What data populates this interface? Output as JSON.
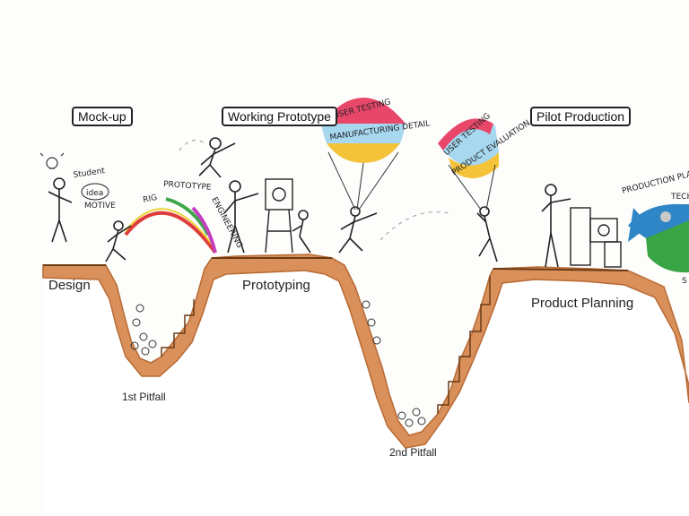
{
  "stage_boxes": {
    "mockup": "Mock-up",
    "working_prototype": "Working Prototype",
    "pilot_production": "Pilot Production"
  },
  "phases": {
    "design": "Design",
    "prototyping": "Prototyping",
    "product_planning": "Product Planning"
  },
  "pitfalls": {
    "first": "1st Pitfall",
    "second": "2nd Pitfall"
  },
  "handwritten": {
    "student": "Student",
    "idea": "idea",
    "motive": "MOTIVE",
    "bridge": [
      "RIG",
      "PROTOTYPE",
      "ENGINEERING"
    ],
    "balloon1": [
      "USER TESTING",
      "MANUFACTURING DETAIL"
    ],
    "balloon2": [
      "USER TESTING",
      "PRODUCT EVALUATION"
    ],
    "plane": [
      "PRODUCTION PLAN/MANU",
      "TECH"
    ],
    "plane_tail": "S"
  },
  "colors": {
    "ground": "#d9905a",
    "ground_dark": "#b86a34",
    "bridge": [
      "#e03b3b",
      "#f0d23a",
      "#3fa64a",
      "#c43fbf"
    ],
    "balloon": [
      "#e8476a",
      "#a7d8f0",
      "#f4c33a"
    ],
    "plane_blue": "#2f86c6",
    "plane_green": "#3aa545"
  }
}
